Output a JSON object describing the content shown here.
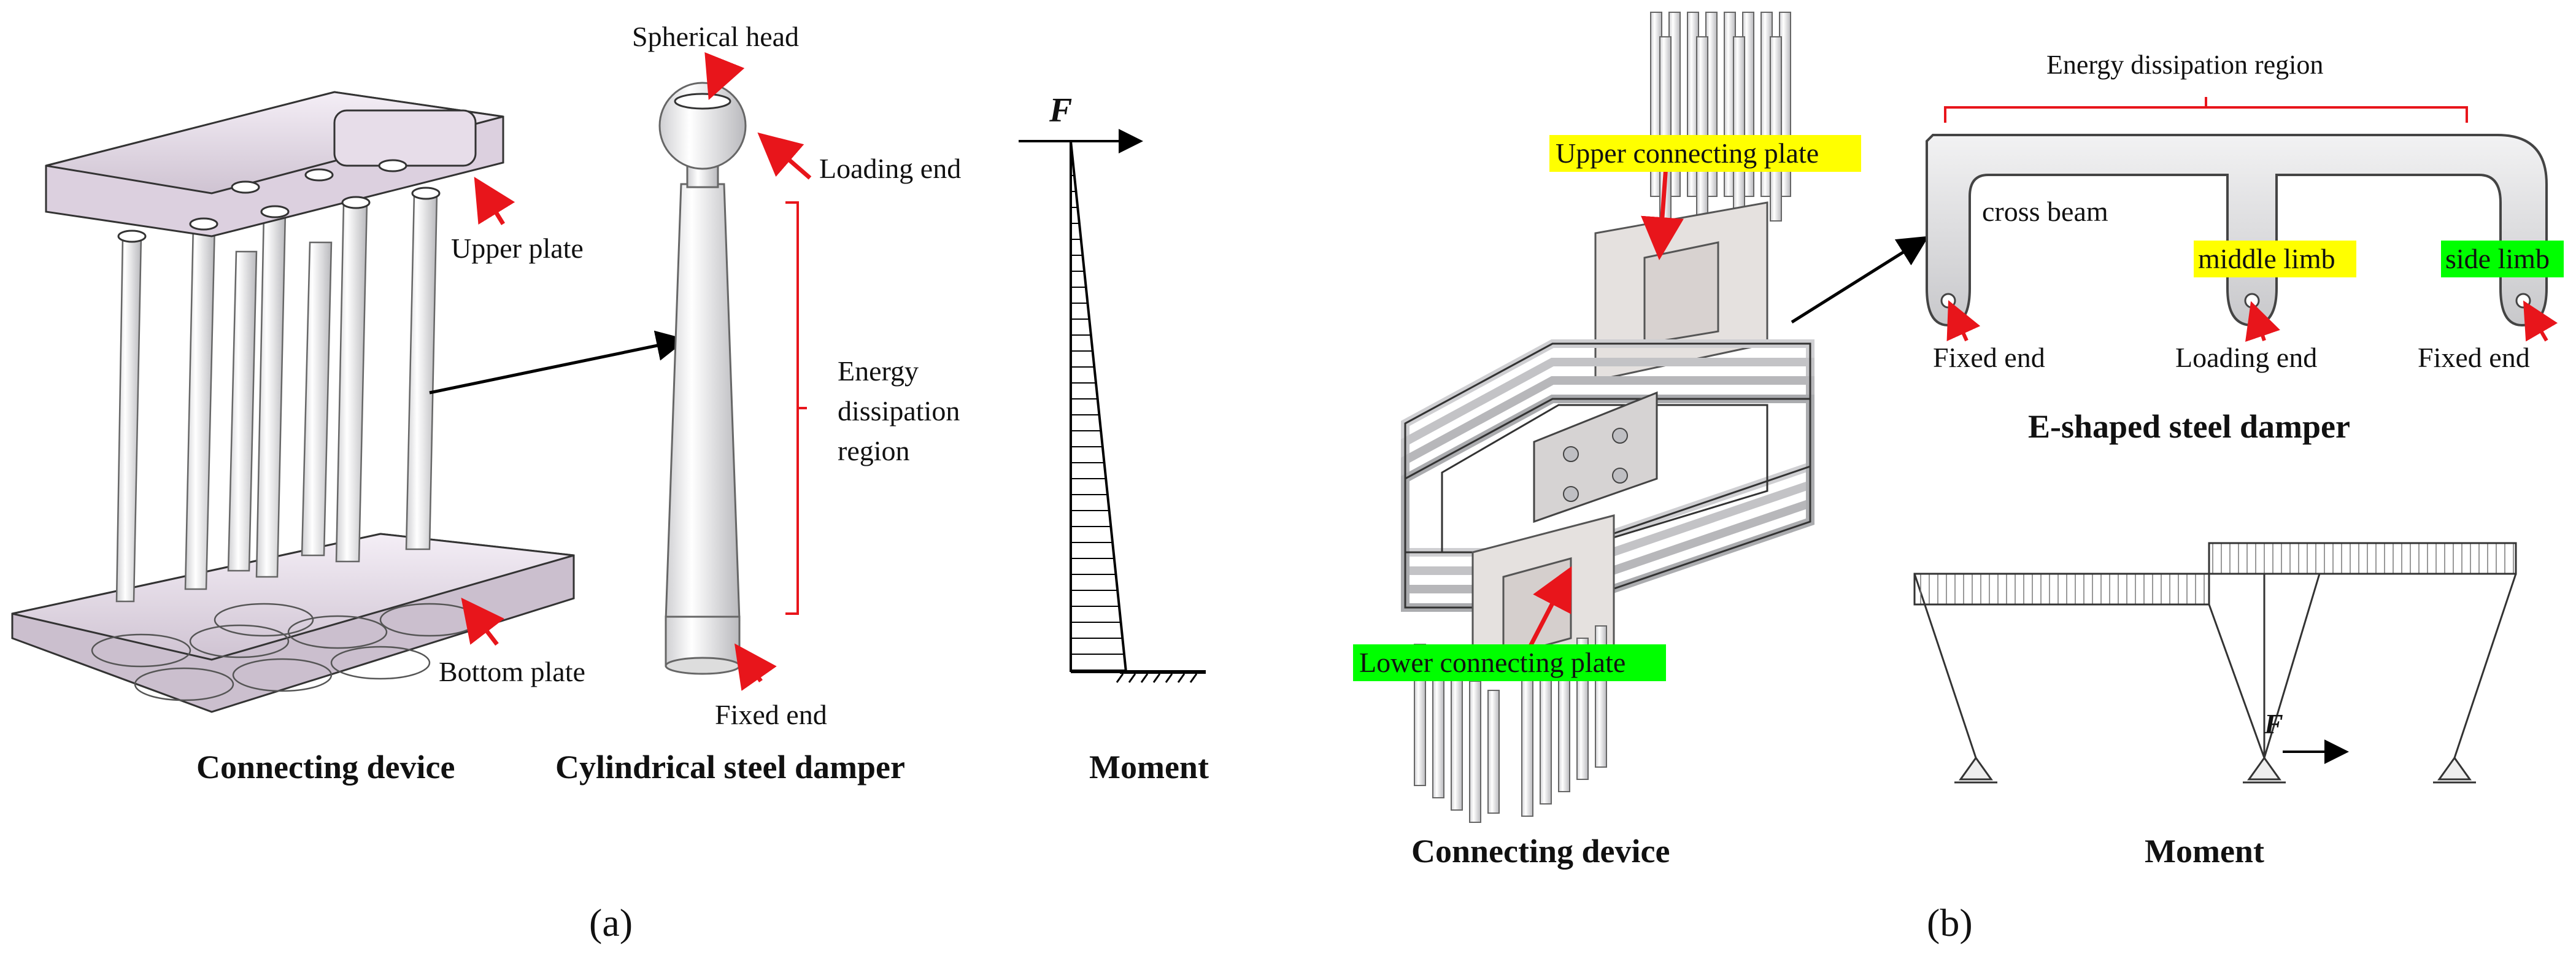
{
  "panel_a": {
    "connecting_device": {
      "caption": "Connecting device",
      "upper_plate": "Upper plate",
      "bottom_plate": "Bottom plate"
    },
    "cylindrical_damper": {
      "caption": "Cylindrical steel damper",
      "spherical_head": "Spherical head",
      "loading_end": "Loading end",
      "region_line1": "Energy",
      "region_line2": "dissipation",
      "region_line3": "region",
      "fixed_end": "Fixed end"
    },
    "moment": {
      "caption": "Moment",
      "force": "F"
    },
    "tag": "(a)"
  },
  "panel_b": {
    "connecting_device": {
      "caption": "Connecting device",
      "upper_plate": "Upper connecting plate",
      "lower_plate": "Lower connecting plate"
    },
    "e_damper": {
      "caption": "E-shaped steel damper",
      "region": "Energy dissipation region",
      "cross_beam": "cross beam",
      "middle_limb": "middle limb",
      "side_limb": "side limb",
      "fixed_end_left": "Fixed end",
      "loading_end": "Loading end",
      "fixed_end_right": "Fixed end"
    },
    "moment": {
      "caption": "Moment",
      "force": "F"
    },
    "tag": "(b)"
  },
  "colors": {
    "arrow_red": "#e8151b",
    "highlight_yellow": "#ffff00",
    "highlight_green": "#00ff00",
    "metal": "#e4e4e6",
    "plate": "#dcd3de"
  }
}
